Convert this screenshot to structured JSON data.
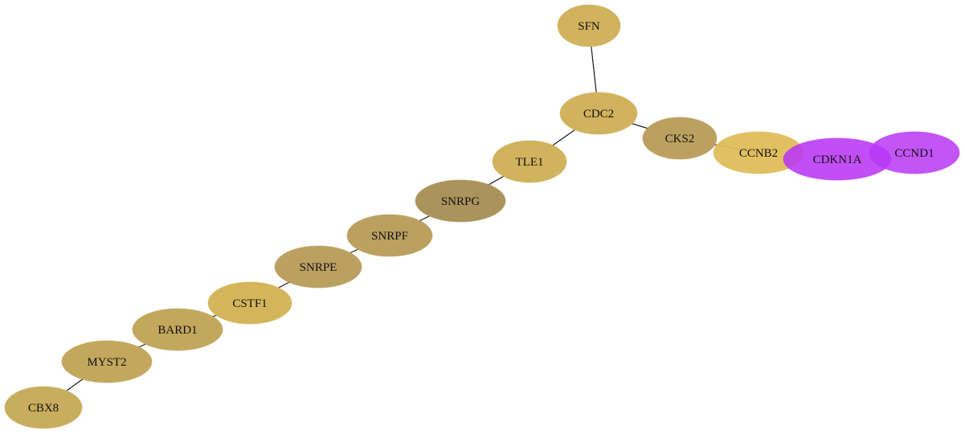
{
  "colors": {
    "gold": "#d0b15a",
    "gold_light": "#dfbb55",
    "olive": "#b9a05c",
    "olive_dark": "#a99358",
    "purple": "#b733ff",
    "edge": "#1a1a1a",
    "background": "#ffffff"
  },
  "graph": {
    "nodes": [
      {
        "id": "SFN",
        "label": "SFN",
        "color": "#d1b35e"
      },
      {
        "id": "CDC2",
        "label": "CDC2",
        "color": "#d1b35e"
      },
      {
        "id": "CKS2",
        "label": "CKS2",
        "color": "#bba060"
      },
      {
        "id": "CCNB2",
        "label": "CCNB2",
        "color": "#dfbd5a"
      },
      {
        "id": "CDKN1A",
        "label": "CDKN1A",
        "color": "#b937f5"
      },
      {
        "id": "CCND1",
        "label": "CCND1",
        "color": "#b937f5"
      },
      {
        "id": "TLE1",
        "label": "TLE1",
        "color": "#d1b35e"
      },
      {
        "id": "SNRPG",
        "label": "SNRPG",
        "color": "#ab945c"
      },
      {
        "id": "SNRPF",
        "label": "SNRPF",
        "color": "#bba060"
      },
      {
        "id": "SNRPE",
        "label": "SNRPE",
        "color": "#bba060"
      },
      {
        "id": "CSTF1",
        "label": "CSTF1",
        "color": "#d4b55c"
      },
      {
        "id": "BARD1",
        "label": "BARD1",
        "color": "#c2a75d"
      },
      {
        "id": "MYST2",
        "label": "MYST2",
        "color": "#c2a75d"
      },
      {
        "id": "CBX8",
        "label": "CBX8",
        "color": "#c9ad5f"
      }
    ],
    "edges": [
      {
        "source": "SFN",
        "target": "CDC2"
      },
      {
        "source": "CDC2",
        "target": "CKS2"
      },
      {
        "source": "CDC2",
        "target": "TLE1"
      },
      {
        "source": "CKS2",
        "target": "CCNB2"
      },
      {
        "source": "TLE1",
        "target": "SNRPG"
      },
      {
        "source": "SNRPG",
        "target": "SNRPF"
      },
      {
        "source": "SNRPF",
        "target": "SNRPE"
      },
      {
        "source": "SNRPE",
        "target": "CSTF1"
      },
      {
        "source": "CSTF1",
        "target": "BARD1"
      },
      {
        "source": "BARD1",
        "target": "MYST2"
      },
      {
        "source": "MYST2",
        "target": "CBX8"
      }
    ]
  }
}
